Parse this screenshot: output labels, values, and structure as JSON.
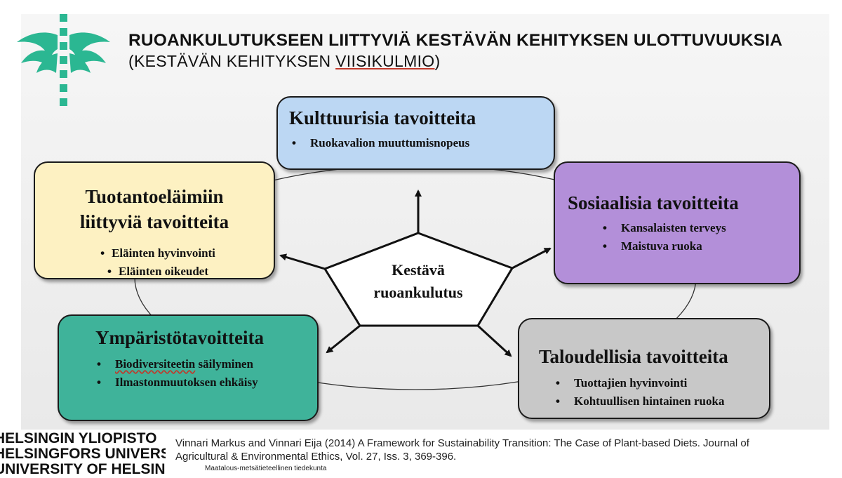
{
  "title": "RUOANKULUTUKSEEN LIITTYVIÄ KESTÄVÄN KEHITYKSEN ULOTTUVUUKSIA",
  "subtitle": {
    "before": "(KESTÄVÄN KEHITYKSEN ",
    "underlined": "VIISIKULMIO",
    "after": ")"
  },
  "logo": {
    "icon": "helsinki-flame-icon",
    "color": "#2bb792"
  },
  "center": {
    "line1": "Kestävä",
    "line2": "ruoankulutus"
  },
  "boxes": {
    "cultural": {
      "heading": "Kulttuurisia tavoitteita",
      "items": [
        "Ruokavalion muuttumisnopeus"
      ],
      "color": "#bcd7f3"
    },
    "animal": {
      "heading_line1": "Tuotantoeläimiin",
      "heading_line2": "liittyviä tavoitteita",
      "items": [
        "Eläinten hyvinvointi",
        "Eläinten oikeudet"
      ],
      "color": "#fdf1c2"
    },
    "social": {
      "heading": "Sosiaalisia tavoitteita",
      "items": [
        "Kansalaisten terveys",
        "Maistuva ruoka"
      ],
      "color": "#b38fd9"
    },
    "environmental": {
      "heading": "Ympäristötavoitteita",
      "items": [
        "Biodiversiteetin säilyminen",
        "Ilmastonmuutoksen ehkäisy"
      ],
      "color": "#3fb39a"
    },
    "economic": {
      "heading": "Taloudellisia tavoitteita",
      "items": [
        "Tuottajien hyvinvointi",
        "Kohtuullisen hintainen ruoka"
      ],
      "color": "#c8c8c8"
    }
  },
  "footer": {
    "university": [
      "HELSINGIN YLIOPISTO",
      "HELSINGFORS UNIVERSITET",
      "UNIVERSITY OF HELSINKI"
    ],
    "citation": "Vinnari Markus and Vinnari Eija (2014) A Framework for Sustainability Transition: The Case of Plant-based Diets. Journal of Agricultural & Environmental Ethics, Vol. 27, Iss. 3, 369-396.",
    "faculty": "Maatalous-metsätieteellinen tiedekunta"
  }
}
